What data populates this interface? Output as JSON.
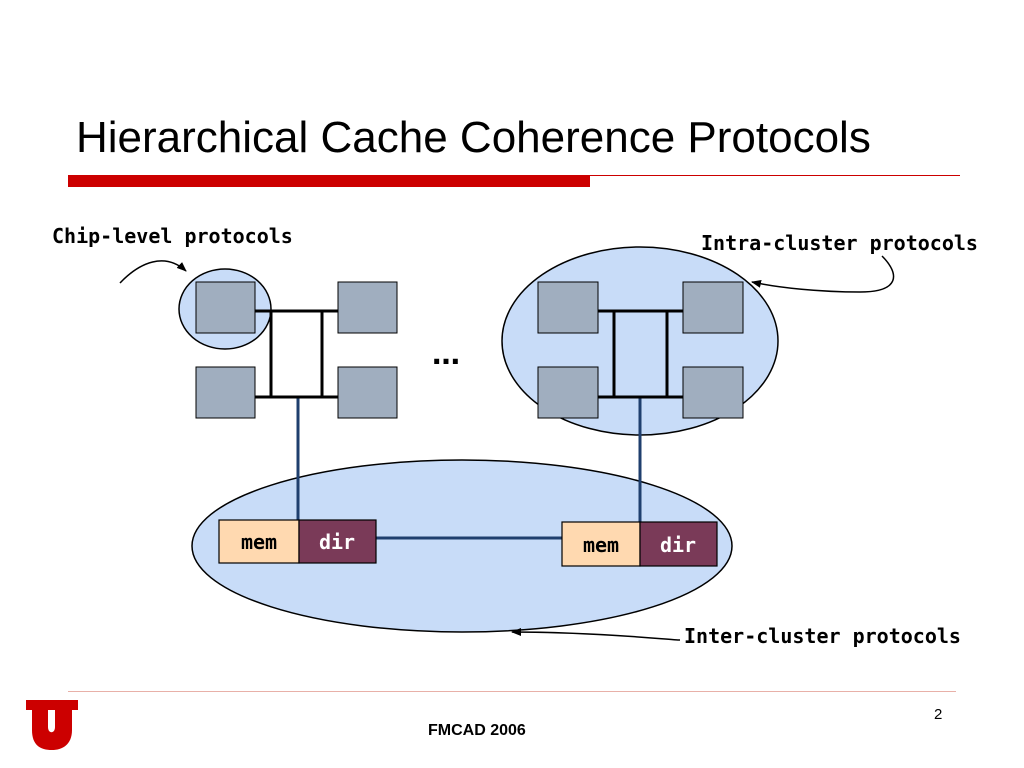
{
  "slide": {
    "title": "Hierarchical Cache Coherence Protocols",
    "page_number": "2",
    "footer": "FMCAD 2006",
    "logo": "U"
  },
  "annotations": {
    "chip_level": "Chip-level protocols",
    "intra_cluster": "Intra-cluster protocols",
    "inter_cluster": "Inter-cluster protocols"
  },
  "diagram": {
    "ellipsis": "…",
    "node_left": {
      "mem_label": "mem",
      "dir_label": "dir"
    },
    "node_right": {
      "mem_label": "mem",
      "dir_label": "dir"
    }
  },
  "colors": {
    "accent_red": "#cc0000",
    "bubble_fill": "#c8dcf8",
    "cpu_fill": "#a0aebf",
    "mem_fill": "#ffd9b0",
    "dir_fill": "#7a3a58",
    "link_blue": "#1f3f6e"
  }
}
